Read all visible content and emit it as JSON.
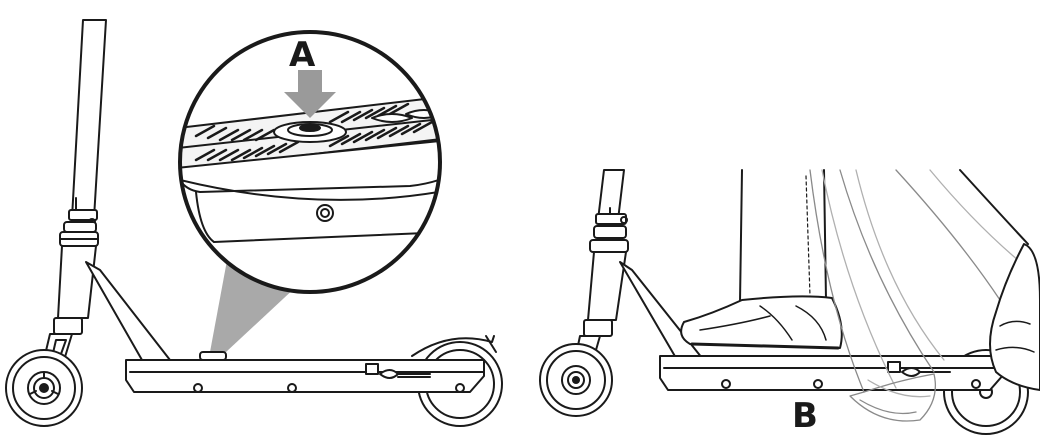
{
  "diagram": {
    "callouts": {
      "a": "A",
      "b": "B"
    },
    "figures": [
      {
        "name": "scooter-with-magnified-deck-button"
      },
      {
        "name": "scooter-with-rider-feet"
      }
    ],
    "colors": {
      "line": "#1a1a1a",
      "magnifier_cone": "#a9a9a9",
      "arrow": "#9a9a9a",
      "background": "#ffffff"
    }
  }
}
